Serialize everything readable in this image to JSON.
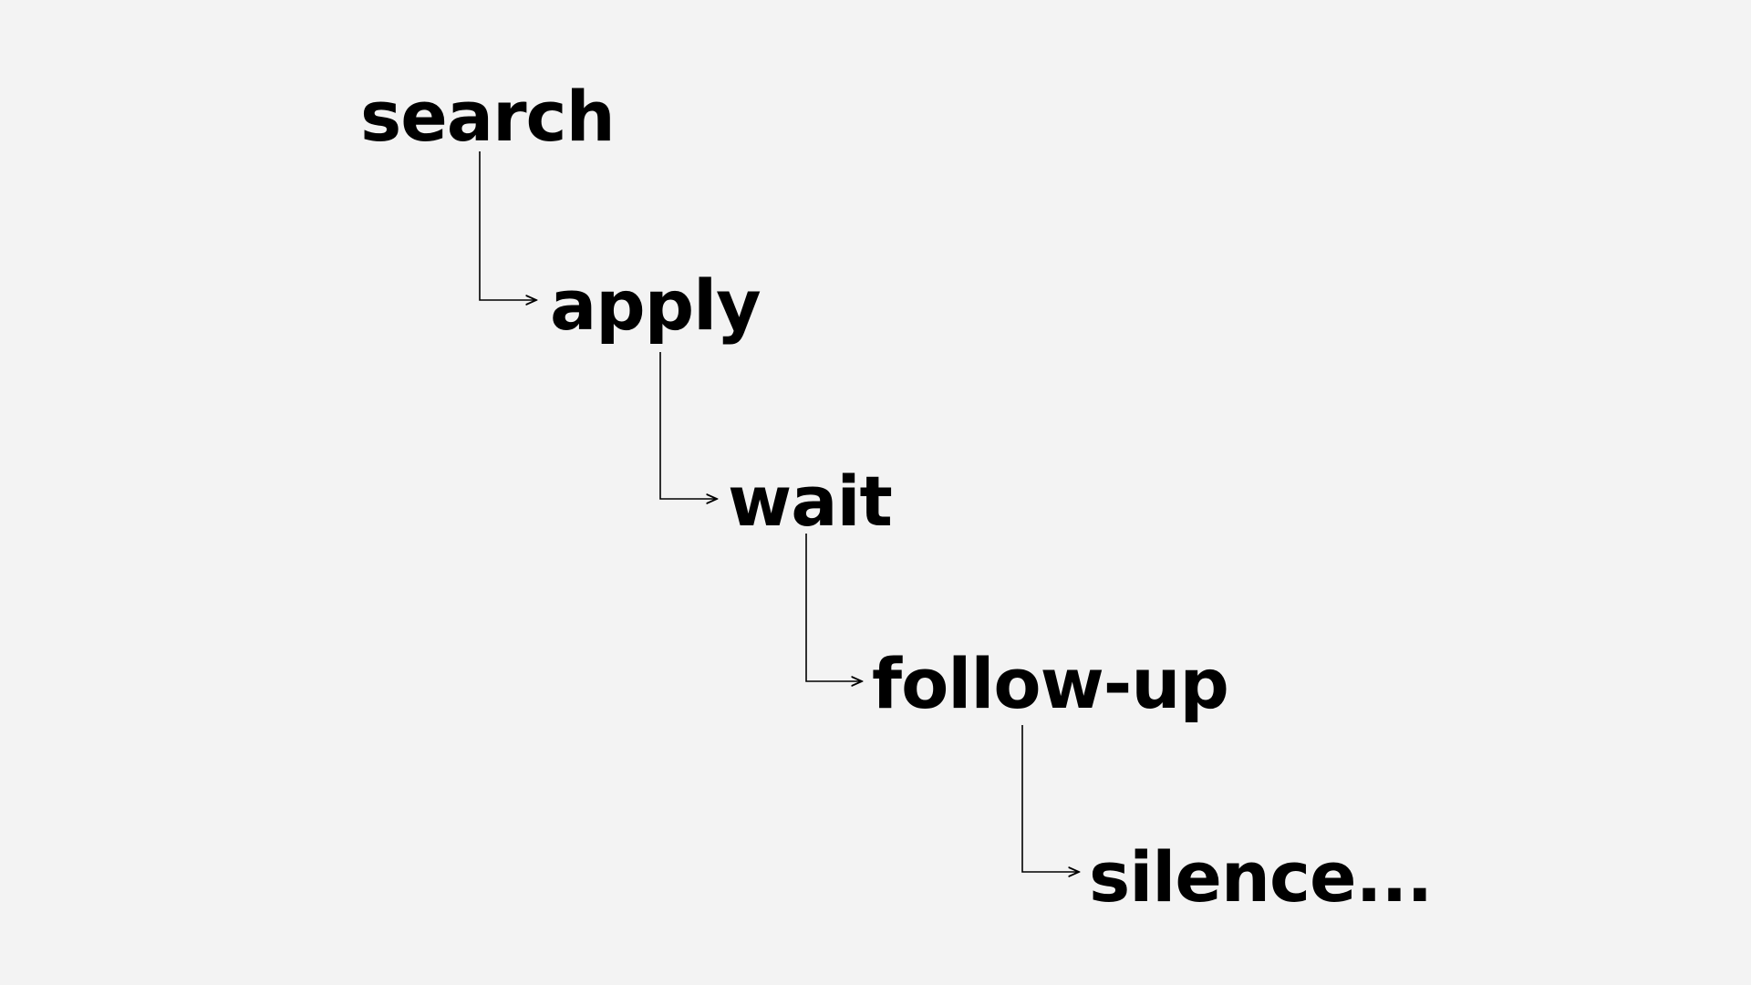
{
  "steps": [
    {
      "label": "search"
    },
    {
      "label": "apply"
    },
    {
      "label": "wait"
    },
    {
      "label": "follow-up"
    },
    {
      "label": "silence..."
    }
  ],
  "colors": {
    "background": "#f3f3f3",
    "text": "#000000",
    "connector": "#000000"
  }
}
